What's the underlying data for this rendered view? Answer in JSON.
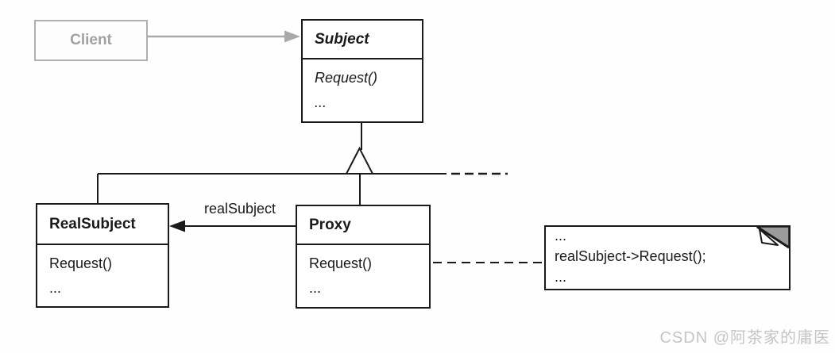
{
  "diagram": {
    "client": {
      "title": "Client"
    },
    "subject": {
      "title": "Subject",
      "methods": [
        "Request()",
        "..."
      ]
    },
    "real_subject": {
      "title": "RealSubject",
      "methods": [
        "Request()",
        "..."
      ]
    },
    "proxy": {
      "title": "Proxy",
      "methods": [
        "Request()",
        "..."
      ]
    },
    "association_label": "realSubject",
    "note": {
      "lines": [
        "...",
        "realSubject->Request();",
        "..."
      ]
    },
    "watermark": "CSDN @阿茶家的庸医"
  },
  "colors": {
    "ink": "#1a1a1a",
    "muted_gray": "#a9a9a9",
    "fold_gray": "#9b9b9b",
    "watermark_gray": "#c5c5c5"
  }
}
